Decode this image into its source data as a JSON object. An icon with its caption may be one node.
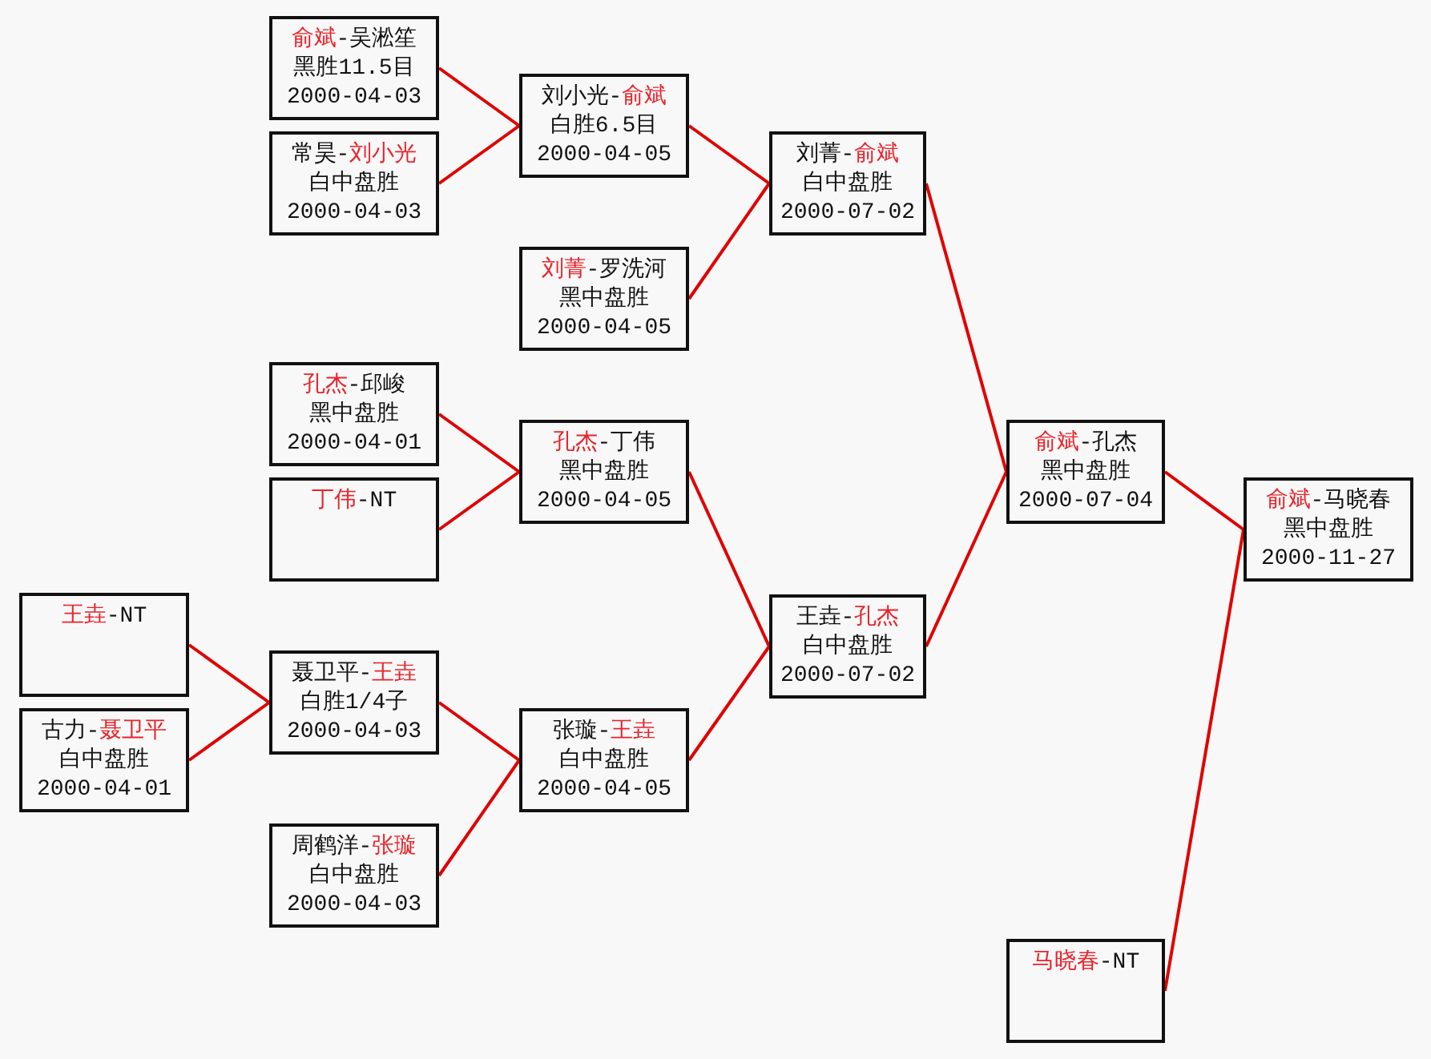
{
  "diagram": {
    "nodes": [
      {
        "text": [
          "俞斌-吴淞笙",
          "黑胜11.5目",
          "2000-04-03"
        ]
      },
      {
        "text": [
          "刘小光-俞斌",
          "白胜6.5目",
          "2000-04-05"
        ]
      },
      {
        "text": [
          "常昊-刘小光",
          "白中盘胜",
          "2000-04-03"
        ]
      },
      {
        "text": [
          "刘菁-俞斌",
          "白中盘胜",
          "2000-07-02"
        ]
      },
      {
        "text": [
          "刘菁-罗洗河",
          "黑中盘胜",
          "2000-04-05"
        ]
      },
      {
        "text": [
          "孔杰-邱峻",
          "黑中盘胜",
          "2000-04-01"
        ]
      },
      {
        "text": [
          "孔杰-丁伟",
          "黑中盘胜",
          "2000-04-05"
        ]
      },
      {
        "text": [
          "俞斌-孔杰",
          "黑中盘胜",
          "2000-07-04"
        ]
      },
      {
        "text": [
          "丁伟-NT"
        ]
      },
      {
        "text": [
          "俞斌-马晓春",
          "黑中盘胜",
          "2000-11-27"
        ]
      },
      {
        "text": [
          "王垚-NT"
        ]
      },
      {
        "text": [
          "王垚-孔杰",
          "白中盘胜",
          "2000-07-02"
        ]
      },
      {
        "text": [
          "聂卫平-王垚",
          "白胜1/4子",
          "2000-04-03"
        ]
      },
      {
        "text": [
          "古力-聂卫平",
          "白中盘胜",
          "2000-04-01"
        ]
      },
      {
        "text": [
          "张璇-王垚",
          "白中盘胜",
          "2000-04-05"
        ]
      },
      {
        "text": [
          "周鹤洋-张璇",
          "白中盘胜",
          "2000-04-03"
        ]
      },
      {
        "text": [
          "马晓春-NT"
        ]
      }
    ],
    "edges": [
      {
        "from": 0,
        "to": 1,
        "arrow": "none"
      },
      {
        "from": 2,
        "to": 1,
        "arrow": "none"
      },
      {
        "from": 1,
        "to": 3,
        "arrow": "none"
      },
      {
        "from": 4,
        "to": 3,
        "arrow": "none"
      },
      {
        "from": 5,
        "to": 6,
        "arrow": "none"
      },
      {
        "from": 8,
        "to": 6,
        "arrow": "none"
      },
      {
        "from": 10,
        "to": 12,
        "arrow": "none"
      },
      {
        "from": 13,
        "to": 12,
        "arrow": "none"
      },
      {
        "from": 12,
        "to": 14,
        "arrow": "none"
      },
      {
        "from": 15,
        "to": 14,
        "arrow": "none"
      },
      {
        "from": 6,
        "to": 11,
        "arrow": "none"
      },
      {
        "from": 14,
        "to": 11,
        "arrow": "none"
      },
      {
        "from": 3,
        "to": 7,
        "arrow": "none"
      },
      {
        "from": 11,
        "to": 7,
        "arrow": "none"
      },
      {
        "from": 7,
        "to": 9,
        "arrow": "none"
      },
      {
        "from": 16,
        "to": 9,
        "arrow": "none"
      }
    ]
  }
}
